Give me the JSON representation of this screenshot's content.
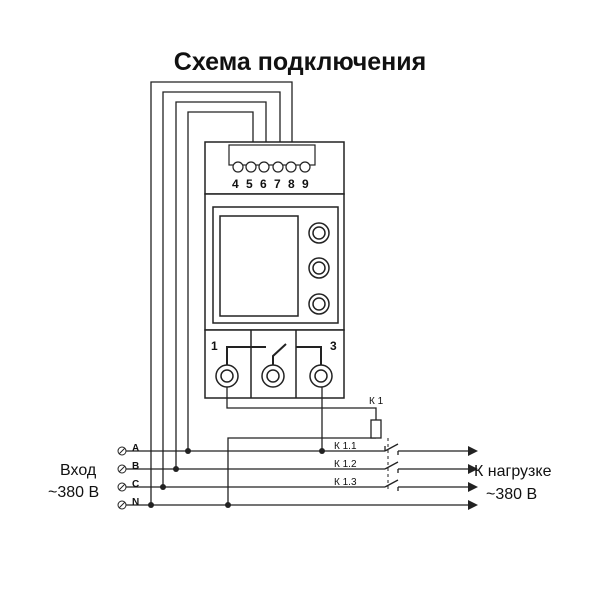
{
  "title": "Схема подключения",
  "input": {
    "label": "Вход",
    "voltage": "~380 В"
  },
  "output": {
    "label": "К нагрузке",
    "voltage": "~380 В"
  },
  "phases": [
    "A",
    "B",
    "C",
    "N"
  ],
  "top_terminals": "4 5 6 7 8 9",
  "relay_terminal_left": "1",
  "relay_terminal_right": "3",
  "contactor": {
    "coil": "К 1",
    "contacts": [
      "К 1.1",
      "К 1.2",
      "К 1.3"
    ]
  }
}
